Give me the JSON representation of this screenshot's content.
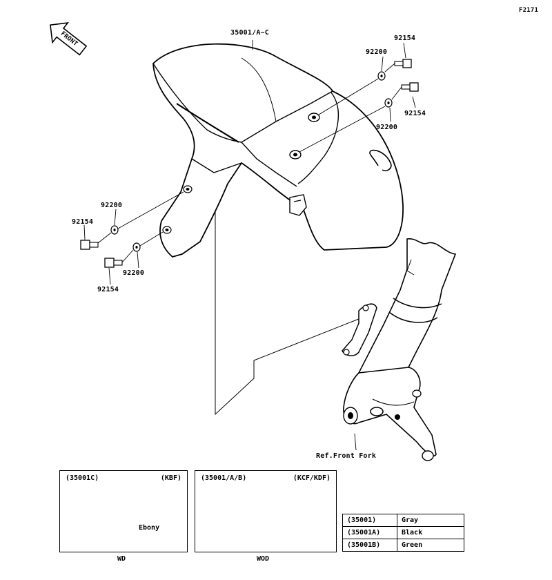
{
  "figure_code": "F2171",
  "front_marker": "FRONT",
  "callouts": {
    "fender_main": "35001/A~C",
    "bolt_top_right_1": "92154",
    "washer_top_right_1": "92200",
    "bolt_top_right_2": "92154",
    "washer_top_right_2": "92200",
    "washer_left_1": "92200",
    "bolt_left_1": "92154",
    "washer_left_2": "92200",
    "bolt_left_2": "92154"
  },
  "reference_label": "Ref.Front Fork",
  "insets": [
    {
      "code": "(35001C)",
      "variant": "(KBF)",
      "note": "Ebony",
      "caption": "WD"
    },
    {
      "code": "(35001/A/B)",
      "variant": "(KCF/KDF)",
      "note": "",
      "caption": "WOD"
    }
  ],
  "color_legend": [
    {
      "part": "(35001)",
      "color": "Gray"
    },
    {
      "part": "(35001A)",
      "color": "Black"
    },
    {
      "part": "(35001B)",
      "color": "Green"
    }
  ]
}
